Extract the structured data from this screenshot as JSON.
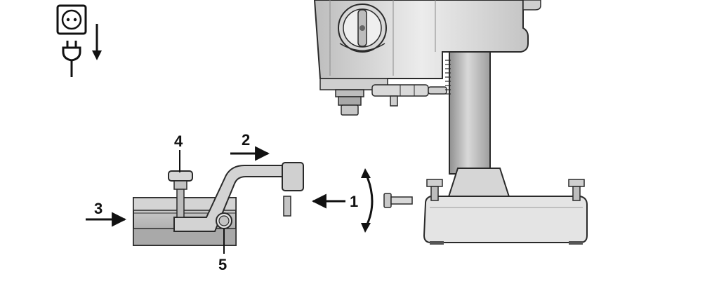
{
  "callouts": {
    "c1": "1",
    "c2": "2",
    "c3": "3",
    "c4": "4",
    "c5": "5"
  },
  "icons": {
    "unplug": "unplug-from-socket-icon"
  },
  "colors": {
    "metal_light": "#e6e6e6",
    "metal_mid": "#cfcfcf",
    "metal_dark": "#9a9a9a",
    "outline": "#2a2a2a",
    "text": "#111111"
  }
}
